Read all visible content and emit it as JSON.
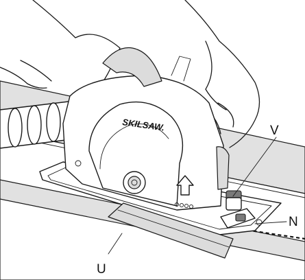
{
  "brand": "SKILSAW.",
  "callouts": {
    "v": "V",
    "n": "N",
    "u": "U"
  }
}
